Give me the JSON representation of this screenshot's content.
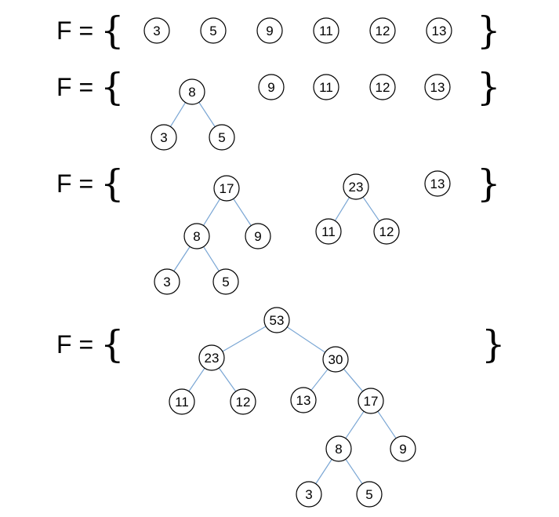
{
  "diagram": {
    "set_label": "F =",
    "open_brace": "{",
    "close_brace": "}",
    "rows": [
      {
        "nodes": [
          {
            "id": "a3",
            "value": "3"
          },
          {
            "id": "a5",
            "value": "5"
          },
          {
            "id": "a9",
            "value": "9"
          },
          {
            "id": "a11",
            "value": "11"
          },
          {
            "id": "a12",
            "value": "12"
          },
          {
            "id": "a13",
            "value": "13"
          }
        ],
        "edges": []
      },
      {
        "nodes": [
          {
            "id": "b8",
            "value": "8"
          },
          {
            "id": "b3",
            "value": "3"
          },
          {
            "id": "b5",
            "value": "5"
          },
          {
            "id": "b9",
            "value": "9"
          },
          {
            "id": "b11",
            "value": "11"
          },
          {
            "id": "b12",
            "value": "12"
          },
          {
            "id": "b13",
            "value": "13"
          }
        ],
        "edges": [
          [
            "b8",
            "b3"
          ],
          [
            "b8",
            "b5"
          ]
        ]
      },
      {
        "nodes": [
          {
            "id": "c17",
            "value": "17"
          },
          {
            "id": "c8",
            "value": "8"
          },
          {
            "id": "c9",
            "value": "9"
          },
          {
            "id": "c3",
            "value": "3"
          },
          {
            "id": "c5",
            "value": "5"
          },
          {
            "id": "c23",
            "value": "23"
          },
          {
            "id": "c11",
            "value": "11"
          },
          {
            "id": "c12",
            "value": "12"
          },
          {
            "id": "c13",
            "value": "13"
          }
        ],
        "edges": [
          [
            "c17",
            "c8"
          ],
          [
            "c17",
            "c9"
          ],
          [
            "c8",
            "c3"
          ],
          [
            "c8",
            "c5"
          ],
          [
            "c23",
            "c11"
          ],
          [
            "c23",
            "c12"
          ]
        ]
      },
      {
        "nodes": [
          {
            "id": "d53",
            "value": "53"
          },
          {
            "id": "d23",
            "value": "23"
          },
          {
            "id": "d30",
            "value": "30"
          },
          {
            "id": "d11",
            "value": "11"
          },
          {
            "id": "d12",
            "value": "12"
          },
          {
            "id": "d13",
            "value": "13"
          },
          {
            "id": "d17",
            "value": "17"
          },
          {
            "id": "d8",
            "value": "8"
          },
          {
            "id": "d9",
            "value": "9"
          },
          {
            "id": "d3",
            "value": "3"
          },
          {
            "id": "d5",
            "value": "5"
          }
        ],
        "edges": [
          [
            "d53",
            "d23"
          ],
          [
            "d53",
            "d30"
          ],
          [
            "d23",
            "d11"
          ],
          [
            "d23",
            "d12"
          ],
          [
            "d30",
            "d13"
          ],
          [
            "d30",
            "d17"
          ],
          [
            "d17",
            "d8"
          ],
          [
            "d17",
            "d9"
          ],
          [
            "d8",
            "d3"
          ],
          [
            "d8",
            "d5"
          ]
        ]
      }
    ]
  }
}
